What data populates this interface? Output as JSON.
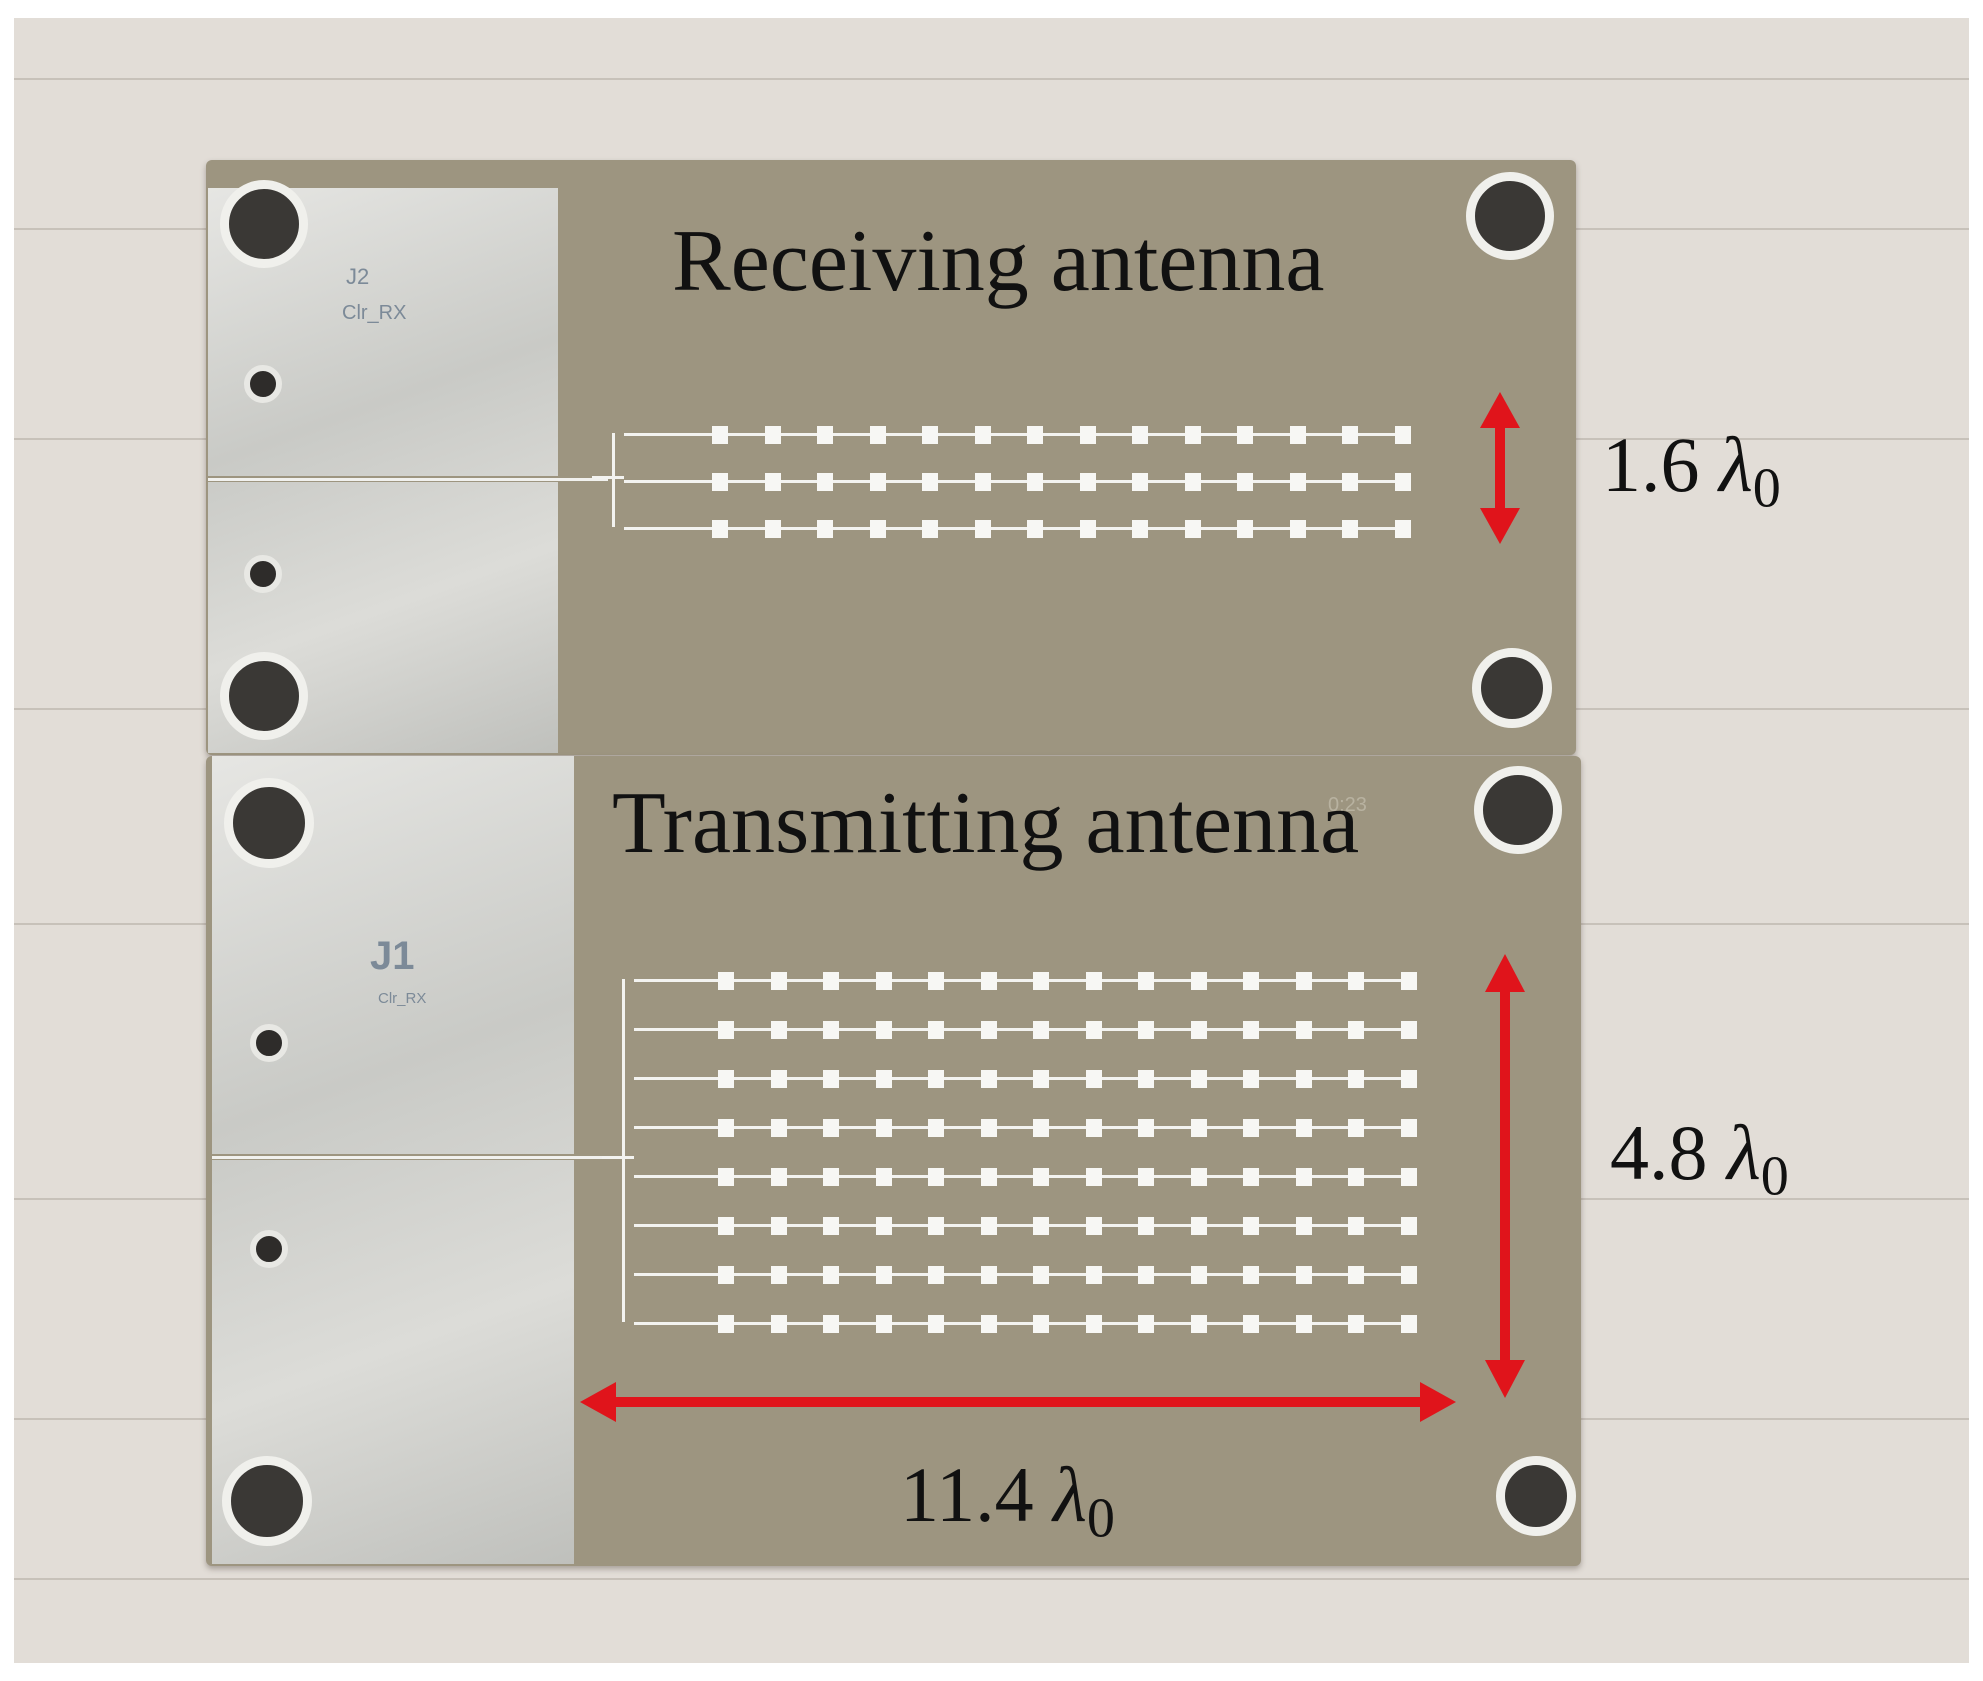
{
  "receiving_board": {
    "title": "Receiving antenna",
    "silk_ref": "J2",
    "silk_name": "Clr_RX",
    "array": {
      "rows": 3,
      "cols": 14
    },
    "height_label": {
      "value": "1.6",
      "symbol": "λ",
      "subscript": "0"
    }
  },
  "transmitting_board": {
    "title": "Transmitting antenna",
    "silk_ref": "J1",
    "silk_name": "Clr_RX",
    "silk_code": "0:23",
    "array": {
      "rows": 8,
      "cols": 14
    },
    "height_label": {
      "value": "4.8",
      "symbol": "λ",
      "subscript": "0"
    },
    "width_label": {
      "value": "11.4",
      "symbol": "λ",
      "subscript": "0"
    }
  },
  "colors": {
    "arrow": "#e0141b",
    "substrate": "#9d9580",
    "background": "#e2ddd7"
  }
}
